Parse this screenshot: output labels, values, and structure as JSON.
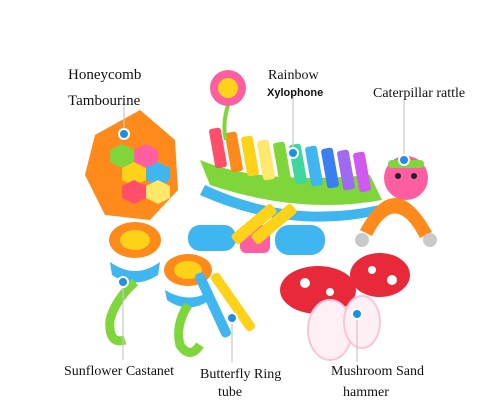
{
  "labels": {
    "honeycomb_line1": "Honeycomb",
    "honeycomb_line2": "Tambourine",
    "rainbow_line1": "Rainbow",
    "rainbow_line2": "Xylophone",
    "caterpillar": "Caterpillar rattle",
    "sunflower": "Sunflower Castanet",
    "butterfly_line1": "Butterfly Ring",
    "butterfly_line2": "tube",
    "mushroom_line1": "Mushroom Sand",
    "mushroom_line2": "hammer"
  },
  "colors": {
    "pointer_line": "#c8c8c8",
    "pointer_dot_fill": "#1f8fe0",
    "pointer_dot_ring": "#ffffff",
    "orange": "#ff8a1c",
    "green": "#7fd63a",
    "pink": "#ff5fa0",
    "red": "#e8293a",
    "blue": "#3fb6f0",
    "yellow": "#ffd21a"
  }
}
